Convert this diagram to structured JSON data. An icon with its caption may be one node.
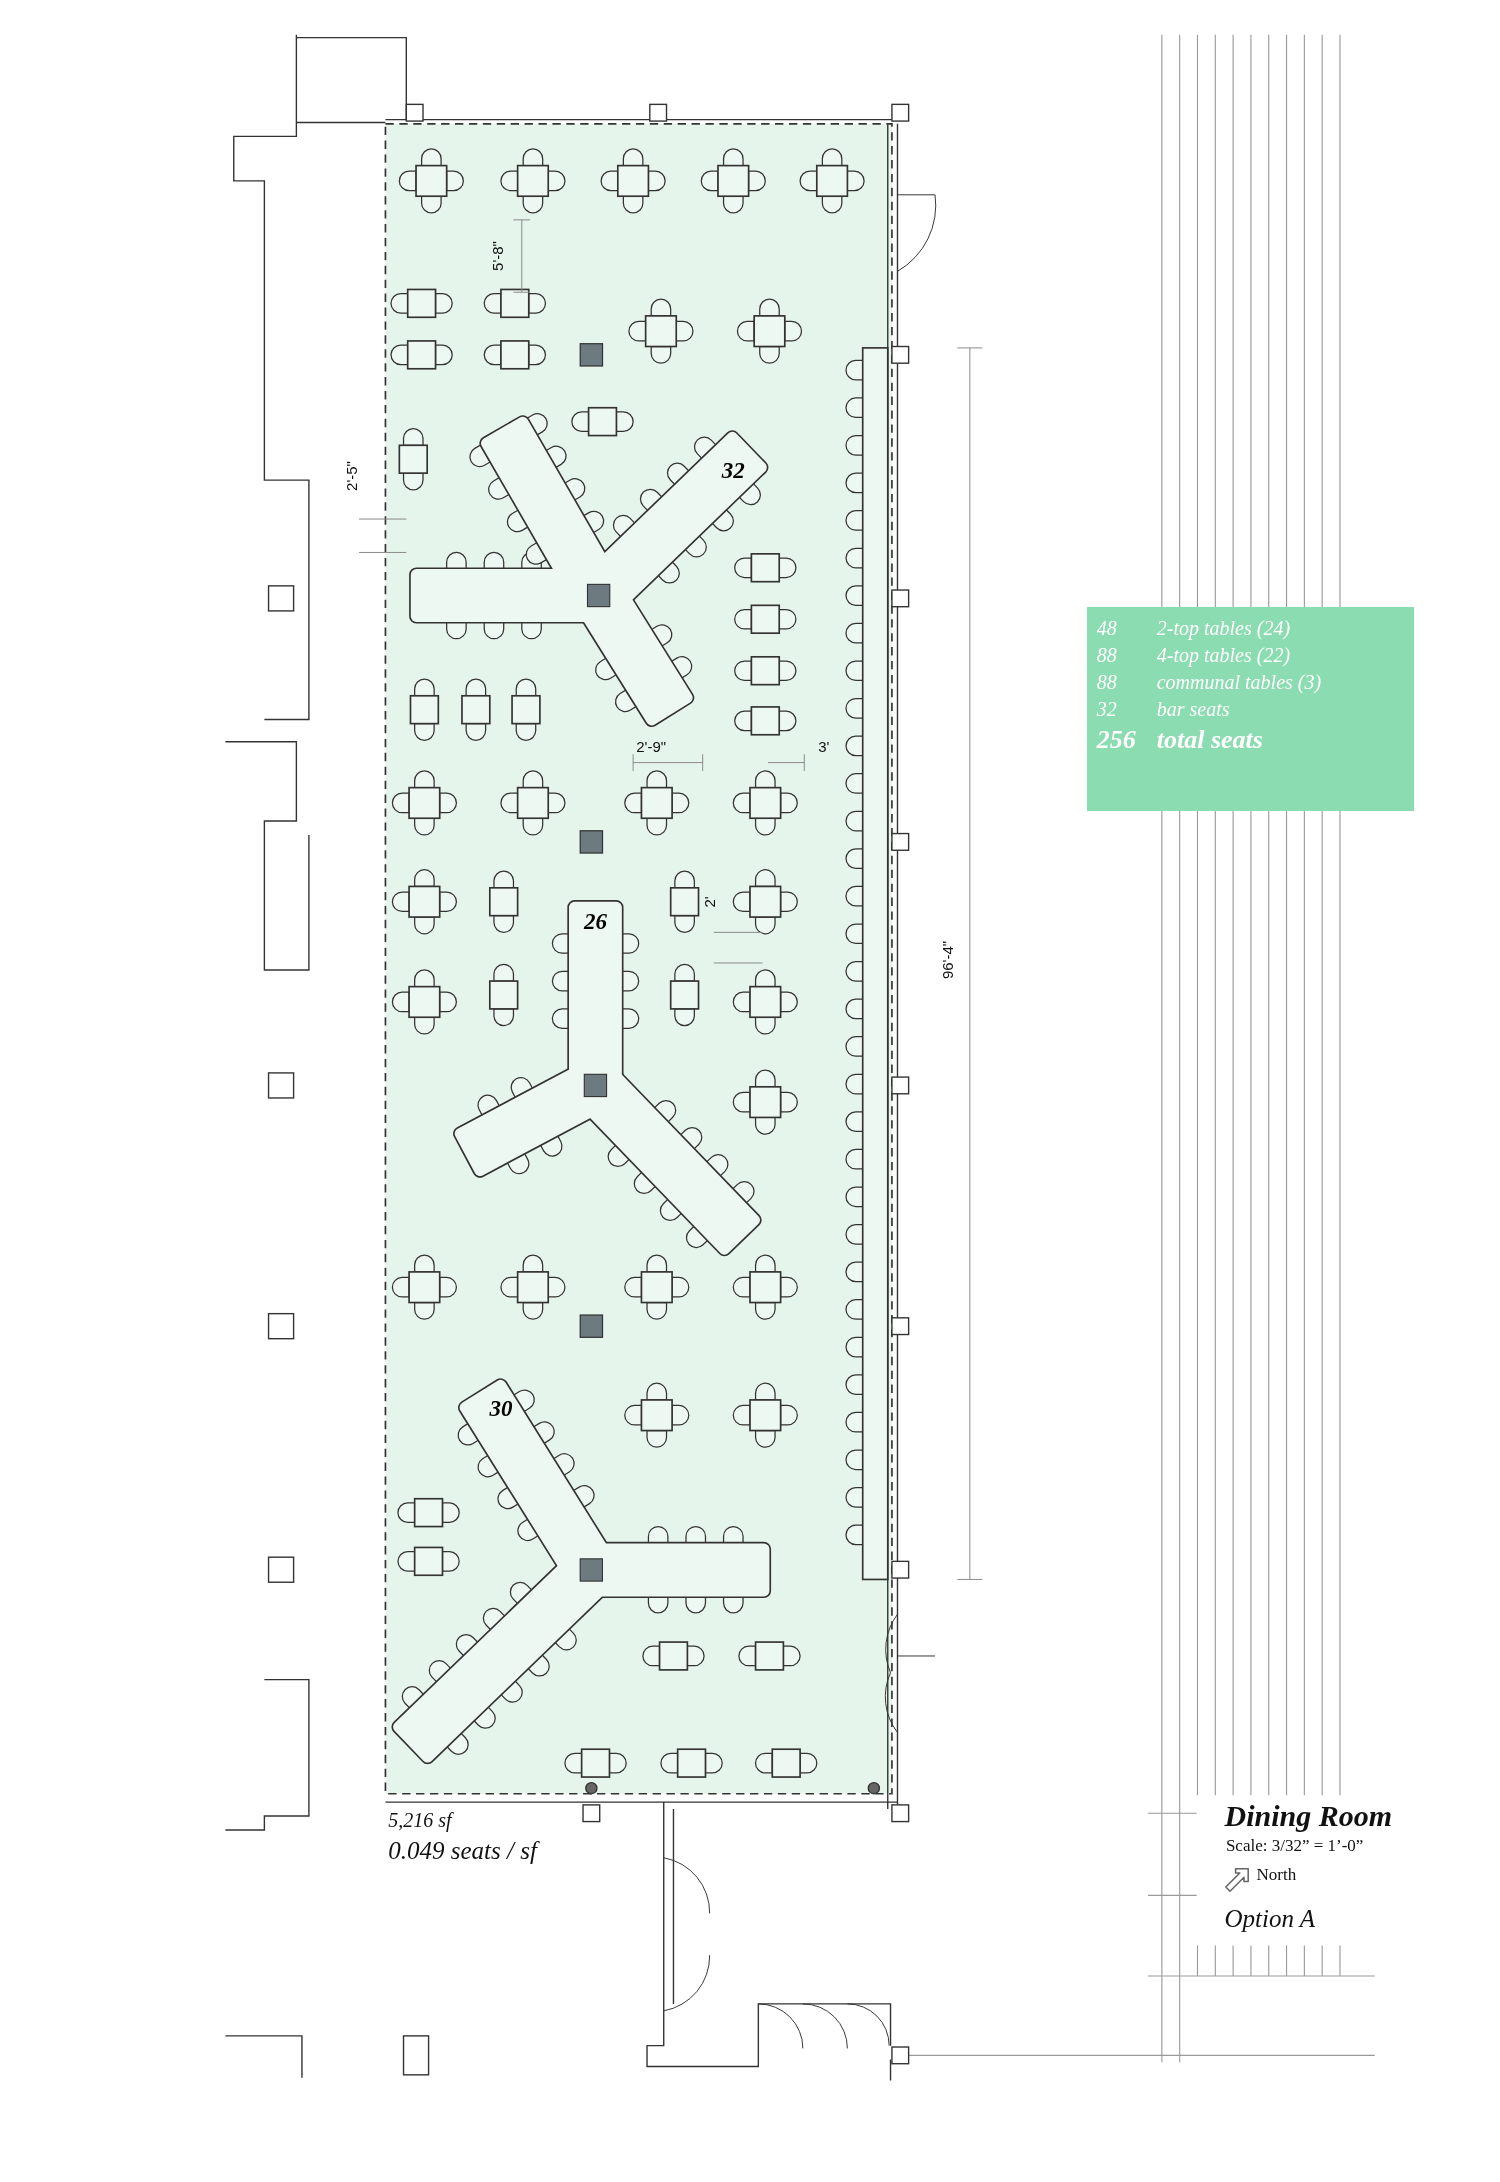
{
  "diagram": {
    "nodes": [
      {
        "text": [
          "48",
          "2-top tables (24)",
          "88",
          "4-top tables (22)",
          "88",
          "communal tables (3)",
          "32",
          "bar seats",
          "256",
          "total seats"
        ]
      },
      {
        "text": [
          "32"
        ]
      },
      {
        "text": [
          "26"
        ]
      },
      {
        "text": [
          "30"
        ]
      }
    ],
    "labels": [
      "5'-8\"",
      "2'-5\"",
      "2'-9\"",
      "3'",
      "2'",
      "96'-4\"",
      "5,216 sf",
      "0.049 seats / sf",
      "Dining Room",
      "Scale: 3/32” = 1’-0”",
      "North",
      "Option A"
    ]
  }
}
